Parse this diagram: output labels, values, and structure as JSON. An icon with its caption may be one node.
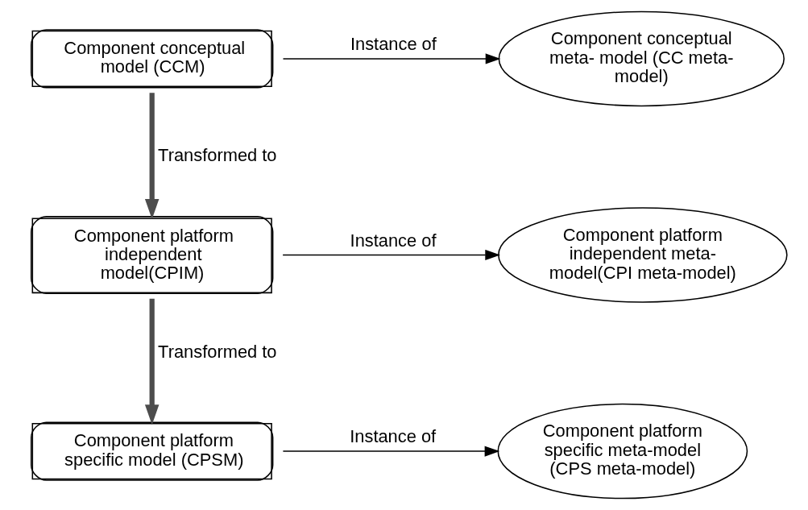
{
  "diagram": {
    "nodes": [
      {
        "text": [
          "Component conceptual model (CCM)"
        ]
      },
      {
        "text": [
          "Component conceptual meta- model (CC meta-model)"
        ]
      },
      {
        "text": [
          "Component platform independent model(CPIM)"
        ]
      },
      {
        "text": [
          "Component platform independent meta- model(CPI meta-model)"
        ]
      },
      {
        "text": [
          "Component platform specific model (CPSM)"
        ]
      },
      {
        "text": [
          "Component platform specific meta-model (CPS meta-model)"
        ]
      }
    ],
    "edges": [
      {
        "from": 0,
        "to": 1,
        "arrow": "to",
        "label": "Instance of"
      },
      {
        "from": 0,
        "to": 2,
        "arrow": "to",
        "label": "Transformed to",
        "style": "thick",
        "color": "#4d4d4d"
      },
      {
        "from": 2,
        "to": 3,
        "arrow": "to",
        "label": "Instance of"
      },
      {
        "from": 2,
        "to": 4,
        "arrow": "to",
        "label": "Transformed to",
        "style": "thick",
        "color": "#4d4d4d"
      },
      {
        "from": 4,
        "to": 5,
        "arrow": "to",
        "label": "Instance of"
      }
    ]
  }
}
